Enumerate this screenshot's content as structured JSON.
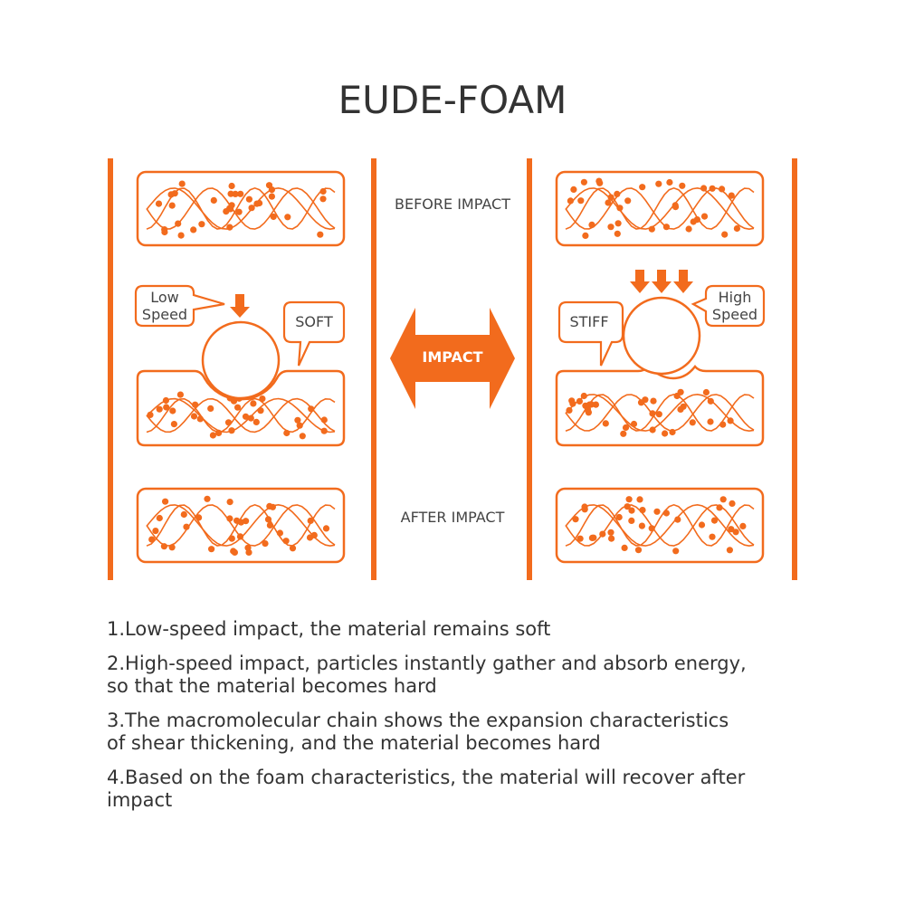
{
  "title": "EUDE-FOAM",
  "stages": {
    "before": "BEFORE IMPACT",
    "after": "AFTER IMPACT"
  },
  "impact_arrow_label": "IMPACT",
  "left_panel": {
    "speed_label": "Low\nSpeed",
    "state_label": "SOFT"
  },
  "right_panel": {
    "speed_label": "High\nSpeed",
    "state_label": "STIFF"
  },
  "notes": [
    "1.Low-speed impact, the material remains soft",
    "2.High-speed impact, particles instantly gather and absorb energy,\nso that the material becomes hard",
    "3.The macromolecular chain shows the expansion characteristics\n of shear thickening, and the material becomes hard",
    "4.Based on the foam characteristics, the material will recover after\n impact"
  ],
  "colors": {
    "accent": "#F26B1D",
    "text": "#333333"
  }
}
